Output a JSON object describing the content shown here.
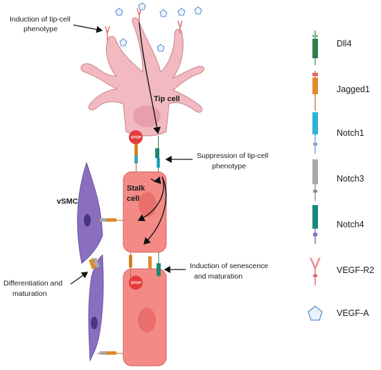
{
  "annotations": {
    "tip_induction": [
      "Induction of tip-cell",
      "phenotype"
    ],
    "tip_suppression": [
      "Suppression of tip-cell",
      "phenotype"
    ],
    "senescence": [
      "Induction of senescence",
      "and maturation"
    ],
    "differentiation": [
      "Differentiation and",
      "maturation"
    ]
  },
  "cells": {
    "tip": "Tip cell",
    "stalk": [
      "Stalk",
      "cell"
    ],
    "vsmc": "vSMC"
  },
  "stop_label": "STOP",
  "legend": [
    {
      "label": "Dll4",
      "icon": "dll4-icon",
      "color": "#2e7d4a"
    },
    {
      "label": "Jagged1",
      "icon": "jagged1-icon",
      "color": "#e08a2b"
    },
    {
      "label": "Notch1",
      "icon": "notch1-icon",
      "color": "#2bb3d9"
    },
    {
      "label": "Notch3",
      "icon": "notch3-icon",
      "color": "#a8a8a8"
    },
    {
      "label": "Notch4",
      "icon": "notch4-icon",
      "color": "#178a7e"
    },
    {
      "label": "VEGF-R2",
      "icon": "vegf-r2-icon",
      "color": "#e46a6a"
    },
    {
      "label": "VEGF-A",
      "icon": "vegf-a-icon",
      "color": "#5a8fd0"
    }
  ],
  "colors": {
    "tip_cell": "#f2b9c0",
    "stalk_cell": "#f38a86",
    "vsmc": "#8a6fc0",
    "stop": "#e43b3b"
  }
}
